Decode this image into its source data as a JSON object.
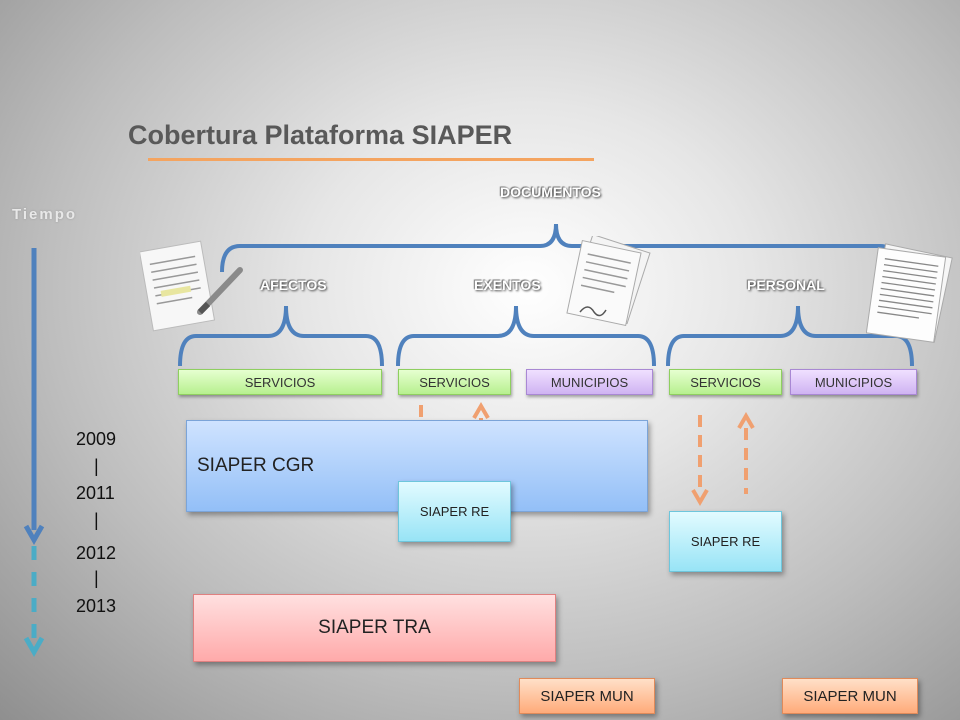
{
  "title": "Cobertura Plataforma SIAPER",
  "tiempo_label": "Tiempo",
  "documentos_label": "DOCUMENTOS",
  "categories": {
    "afectos": "AFECTOS",
    "exentos": "EXENTOS",
    "personal": "PERSONAL"
  },
  "pills": {
    "afectos_servicios": "SERVICIOS",
    "exentos_servicios": "SERVICIOS",
    "exentos_municipios": "MUNICIPIOS",
    "personal_servicios": "SERVICIOS",
    "personal_municipios": "MUNICIPIOS"
  },
  "blocks": {
    "siaper_cgr": "SIAPER CGR",
    "siaper_re_1": "SIAPER RE",
    "siaper_re_2": "SIAPER RE",
    "siaper_tra": "SIAPER TRA",
    "siaper_mun_1": "SIAPER MUN",
    "siaper_mun_2": "SIAPER MUN"
  },
  "timeline": {
    "years": [
      "2009",
      "2011",
      "2012",
      "2013"
    ],
    "separator": "|"
  },
  "colors": {
    "title": "#595959",
    "underline": "#f4a460",
    "bracket": "#4f81bd",
    "arrow_orange": "#f0a070",
    "timeline_blue": "#4f81bd",
    "timeline_cyan": "#4bacc6"
  }
}
